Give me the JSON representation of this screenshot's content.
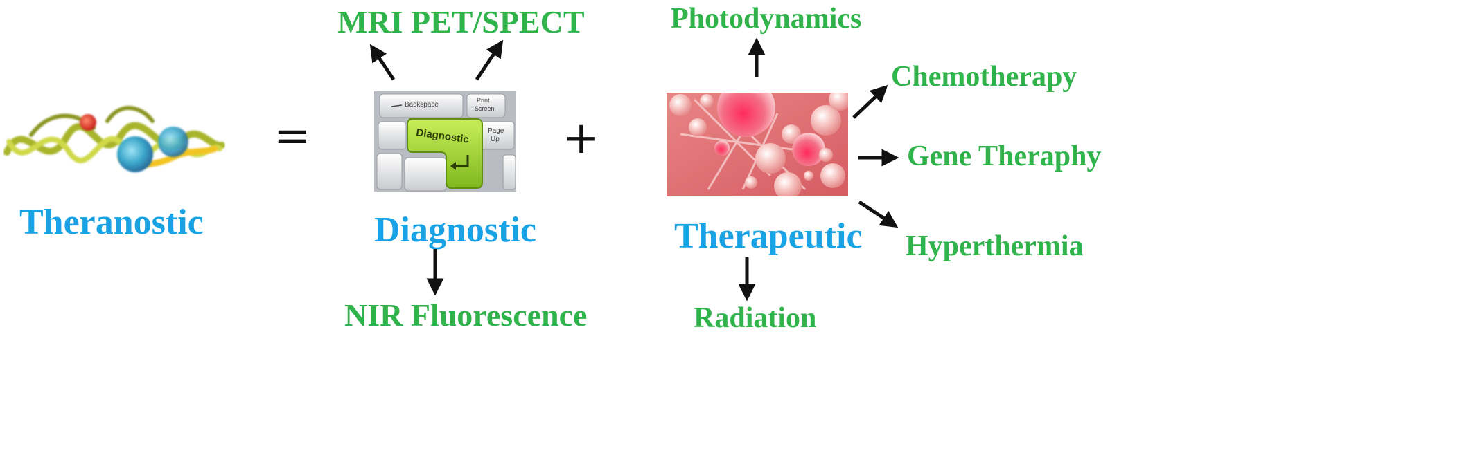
{
  "theranostic": {
    "label": "Theranostic"
  },
  "equals_symbol": "=",
  "plus_symbol": "+",
  "diagnostic": {
    "label": "Diagnostic",
    "key_text": "Diagnostic",
    "key_backspace": "Backspace",
    "key_print": "Print",
    "key_screen": "Screen",
    "key_page": "Page",
    "key_up": "Up",
    "outputs": {
      "mri": "MRI",
      "pet_spect": "PET/SPECT",
      "nir": "NIR Fluorescence"
    }
  },
  "therapeutic": {
    "label": "Therapeutic",
    "outputs": {
      "photodynamics": "Photodynamics",
      "chemotherapy": "Chemotherapy",
      "gene_therapy": "Gene Theraphy",
      "hyperthermia": "Hyperthermia",
      "radiation": "Radiation"
    }
  },
  "colors": {
    "main_label": "#1aa3e4",
    "sub_label": "#2fb34a",
    "arrow": "#111111",
    "key_green": "#9fd62b"
  },
  "icons": [
    "dna-helix-illustration",
    "keyboard-illustration",
    "nanoparticle-illustration"
  ]
}
